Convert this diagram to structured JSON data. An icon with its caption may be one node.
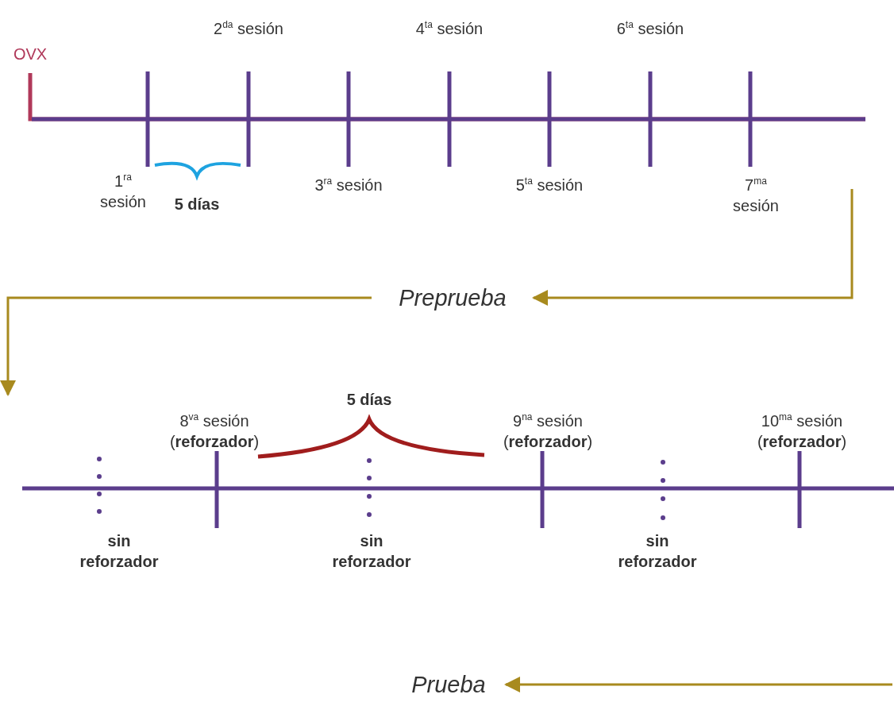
{
  "diagram": {
    "nodes": [
      {
        "text": [
          "Preprueba"
        ]
      },
      {
        "text": [
          "Prueba"
        ]
      }
    ],
    "edges": [
      {
        "from": null,
        "to": 0,
        "arrow": "to"
      },
      {
        "from": 0,
        "to": null,
        "arrow": "to"
      },
      {
        "from": null,
        "to": 1,
        "arrow": "to"
      }
    ],
    "labels": [
      "OVX",
      "2$^{da}$ sesión",
      "4$^{ta}$ sesión",
      "6$^{ta}$ sesión",
      "1$^{ra}$ sesión",
      "5 días",
      "3$^{ra}$ sesión",
      "5$^{ta}$ sesión",
      "7$^{ma}$ sesión",
      "5 días",
      "8$^{va}$ sesión (**reforzador**)",
      "9$^{na}$ sesión (**reforzador**)",
      "10$^{ma}$ sesión (**reforzador**)",
      "sin reforzador",
      "sin reforzador",
      "sin reforzador"
    ]
  }
}
